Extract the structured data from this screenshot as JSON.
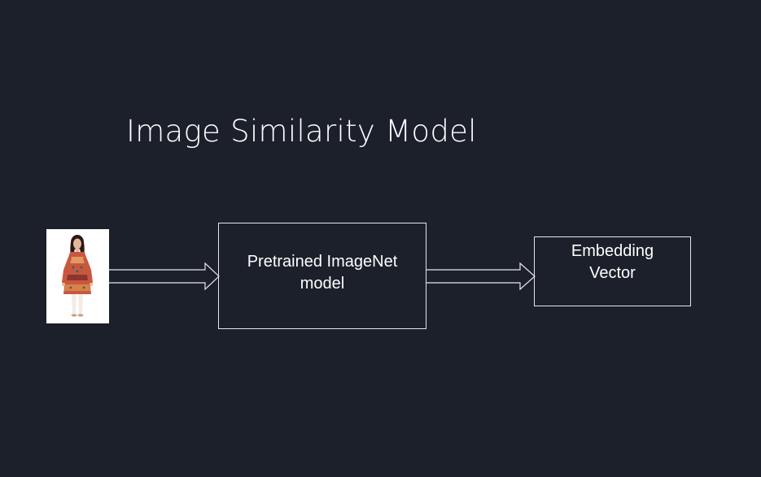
{
  "title": "Image Similarity Model",
  "input_image": {
    "description_icon": "fashion-model-photo-icon"
  },
  "model_box": {
    "label_line1": "Pretrained ImageNet",
    "label_line2": "model"
  },
  "output_box": {
    "label_line1": "Embedding",
    "label_line2": "Vector"
  },
  "colors": {
    "background": "#1c202b",
    "stroke": "#e6e6e6",
    "text": "#ffffff"
  }
}
